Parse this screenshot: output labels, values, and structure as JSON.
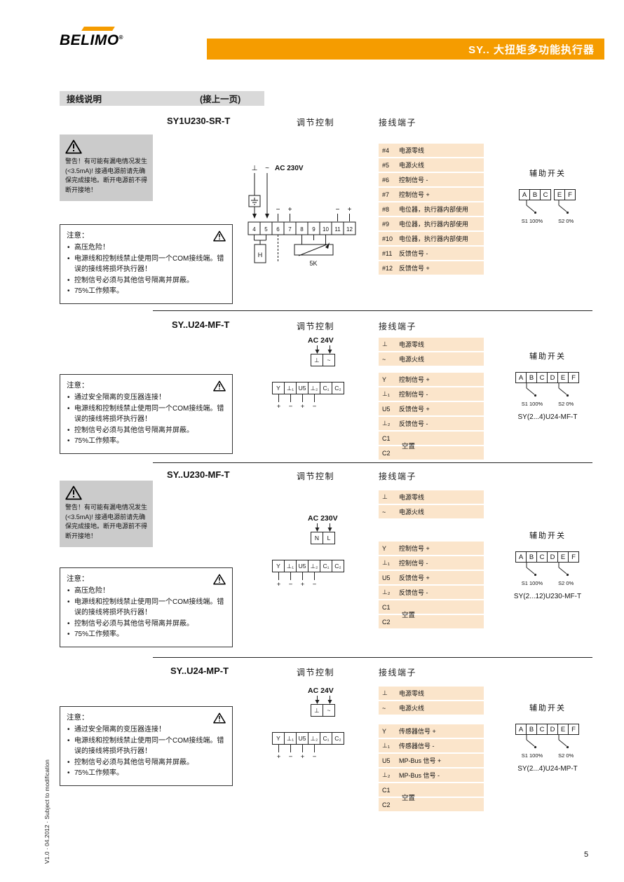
{
  "page": {
    "brand": "BELIMO",
    "brand_reg": "®",
    "header_title": "SY.. 大扭矩多功能执行器",
    "bar_title": "接线说明",
    "bar_subtitle": "(接上一页)",
    "footer_vertical": "V1.0 · 04.2012 · Subject to modification",
    "page_number": "5"
  },
  "common": {
    "control_header": "调节控制",
    "terminals_header": "接线端子",
    "aux_header": "辅助开关",
    "notice_title": "注意：",
    "s1_label": "S1 100%",
    "s2_label": "S2 0%",
    "warning_text": "警告！有可能有漏电情况发生(<3.5mA)! 接通电源前请先确保完成接地。断开电源前不得断开接地！",
    "vacant_label": "空置"
  },
  "colors": {
    "accent_orange": "#F59C00",
    "terminal_row_peach": "#FBE5CB",
    "warning_gray": "#CBCBCB",
    "titlebar_gray": "#D9D9D9"
  },
  "sections": [
    {
      "model": "SY1U230-SR-T",
      "notice_items": [
        "高压危险！",
        "电源线和控制线禁止使用同一个COM接线端。错误的接线将损坏执行器！",
        "控制信号必须与其他信号隔离并屏蔽。",
        "75%工作频率。"
      ],
      "terminals": [
        [
          "#4",
          "电源零线"
        ],
        [
          "#5",
          "电源火线"
        ],
        [
          "#6",
          "控制信号 -"
        ],
        [
          "#7",
          "控制信号 +"
        ],
        [
          "#8",
          "电位器，执行器内部使用"
        ],
        [
          "#9",
          "电位器，执行器内部使用"
        ],
        [
          "#10",
          "电位器，执行器内部使用"
        ],
        [
          "#11",
          "反馈信号 -"
        ],
        [
          "#12",
          "反馈信号 +"
        ]
      ],
      "aux_boxes": [
        "A",
        "B",
        "C",
        "E",
        "F"
      ],
      "aux_caption": "",
      "diagram": {
        "power_label": "AC 230V",
        "power_pins": [
          "⊥",
          "~"
        ],
        "strip": [
          "4",
          "5",
          "6",
          "7",
          "8",
          "9",
          "10",
          "11",
          "12"
        ],
        "left_signs": [
          "−",
          "+"
        ],
        "right_signs": [
          "−",
          "+"
        ],
        "heater_label": "H",
        "pot_label": "5K"
      }
    },
    {
      "model": "SY..U24-MF-T",
      "notice_items": [
        "通过安全隔离的变压器连接！",
        "电源线和控制线禁止使用同一个COM接线端。错误的接线将损坏执行器！",
        "控制信号必须与其他信号隔离并屏蔽。",
        "75%工作频率。"
      ],
      "terminals_power": [
        [
          "⊥",
          "电源零线"
        ],
        [
          "~",
          "电源火线"
        ]
      ],
      "terminals_signal": [
        [
          "Y",
          "控制信号 +"
        ],
        [
          "⊥₁",
          "控制信号 -"
        ],
        [
          "U5",
          "反馈信号 +"
        ],
        [
          "⊥₂",
          "反馈信号 -"
        ],
        [
          "C1",
          ""
        ],
        [
          "C2",
          ""
        ]
      ],
      "aux_boxes": [
        "A",
        "B",
        "C",
        "D",
        "E",
        "F"
      ],
      "aux_caption": "SY(2...4)U24-MF-T",
      "diagram": {
        "power_label": "AC 24V",
        "power_pins": [
          "⊥",
          "~"
        ],
        "strip": [
          "Y",
          "⊥₁",
          "U5",
          "⊥₂",
          "C₁",
          "C₂"
        ],
        "signs": [
          "+",
          "−",
          "+",
          "−"
        ]
      }
    },
    {
      "model": "SY..U230-MF-T",
      "notice_items": [
        "高压危险！",
        "电源线和控制线禁止使用同一个COM接线端。错误的接线将损坏执行器！",
        "控制信号必须与其他信号隔离并屏蔽。",
        "75%工作频率。"
      ],
      "terminals_power": [
        [
          "⊥",
          "电源零线"
        ],
        [
          "~",
          "电源火线"
        ]
      ],
      "terminals_signal": [
        [
          "Y",
          "控制信号 +"
        ],
        [
          "⊥₁",
          "控制信号 -"
        ],
        [
          "U5",
          "反馈信号 +"
        ],
        [
          "⊥₂",
          "反馈信号 -"
        ],
        [
          "C1",
          ""
        ],
        [
          "C2",
          ""
        ]
      ],
      "aux_boxes": [
        "A",
        "B",
        "C",
        "D",
        "E",
        "F"
      ],
      "aux_caption": "SY(2...12)U230-MF-T",
      "diagram": {
        "power_label": "AC 230V",
        "power_pins": [
          "N",
          "L"
        ],
        "strip": [
          "Y",
          "⊥₁",
          "U5",
          "⊥₂",
          "C₁",
          "C₂"
        ],
        "signs": [
          "+",
          "−",
          "+",
          "−"
        ]
      }
    },
    {
      "model": "SY..U24-MP-T",
      "notice_items": [
        "通过安全隔离的变压器连接！",
        "电源线和控制线禁止使用同一个COM接线端。错误的接线将损坏执行器！",
        "控制信号必须与其他信号隔离并屏蔽。",
        "75%工作频率。"
      ],
      "terminals_power": [
        [
          "⊥",
          "电源零线"
        ],
        [
          "~",
          "电源火线"
        ]
      ],
      "terminals_signal": [
        [
          "Y",
          "传感器信号 +"
        ],
        [
          "⊥₁",
          "传感器信号 -"
        ],
        [
          "U5",
          "MP-Bus 信号 +"
        ],
        [
          "⊥₂",
          "MP-Bus 信号 -"
        ],
        [
          "C1",
          ""
        ],
        [
          "C2",
          ""
        ]
      ],
      "aux_boxes": [
        "A",
        "B",
        "C",
        "D",
        "E",
        "F"
      ],
      "aux_caption": "SY(2...4)U24-MP-T",
      "diagram": {
        "power_label": "AC 24V",
        "power_pins": [
          "⊥",
          "~"
        ],
        "strip": [
          "Y",
          "⊥₁",
          "U5",
          "⊥₂",
          "C₁",
          "C₂"
        ],
        "signs": [
          "+",
          "−",
          "+",
          "−"
        ]
      }
    }
  ]
}
